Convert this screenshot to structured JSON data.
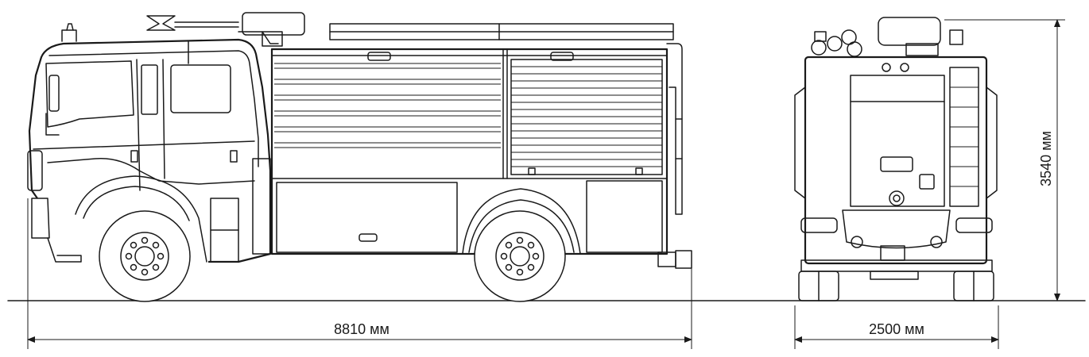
{
  "dimensions": {
    "length_label": "8810 мм",
    "width_label": "2500 мм",
    "height_label": "3540 мм"
  }
}
